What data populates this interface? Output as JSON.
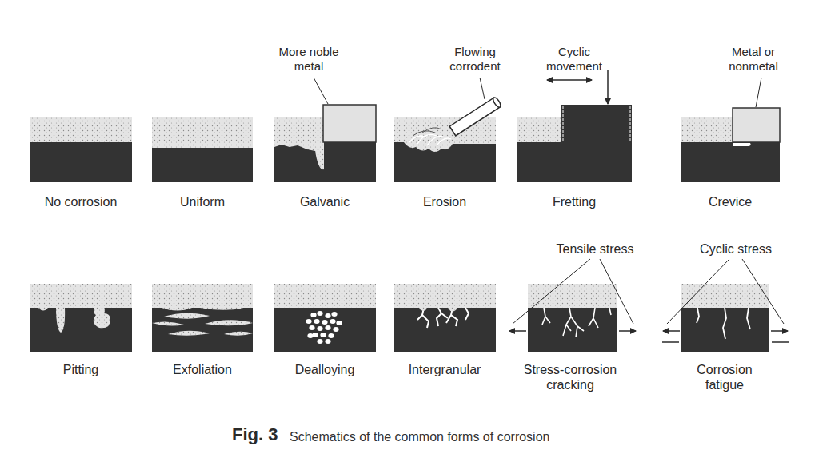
{
  "diagram": {
    "caption": "Schematics of the common forms of corrosion",
    "labels": [
      "More noble metal",
      "Flowing corrodent",
      "Cyclic movement",
      "Metal or nonmetal",
      "No corrosion",
      "Uniform",
      "Galvanic",
      "Erosion",
      "Fretting",
      "Crevice",
      "Tensile stress",
      "Cyclic stress",
      "Pitting",
      "Exfoliation",
      "Dealloying",
      "Intergranular",
      "Stress-corrosion cracking",
      "Corrosion fatigue",
      "Fig. 3"
    ]
  }
}
